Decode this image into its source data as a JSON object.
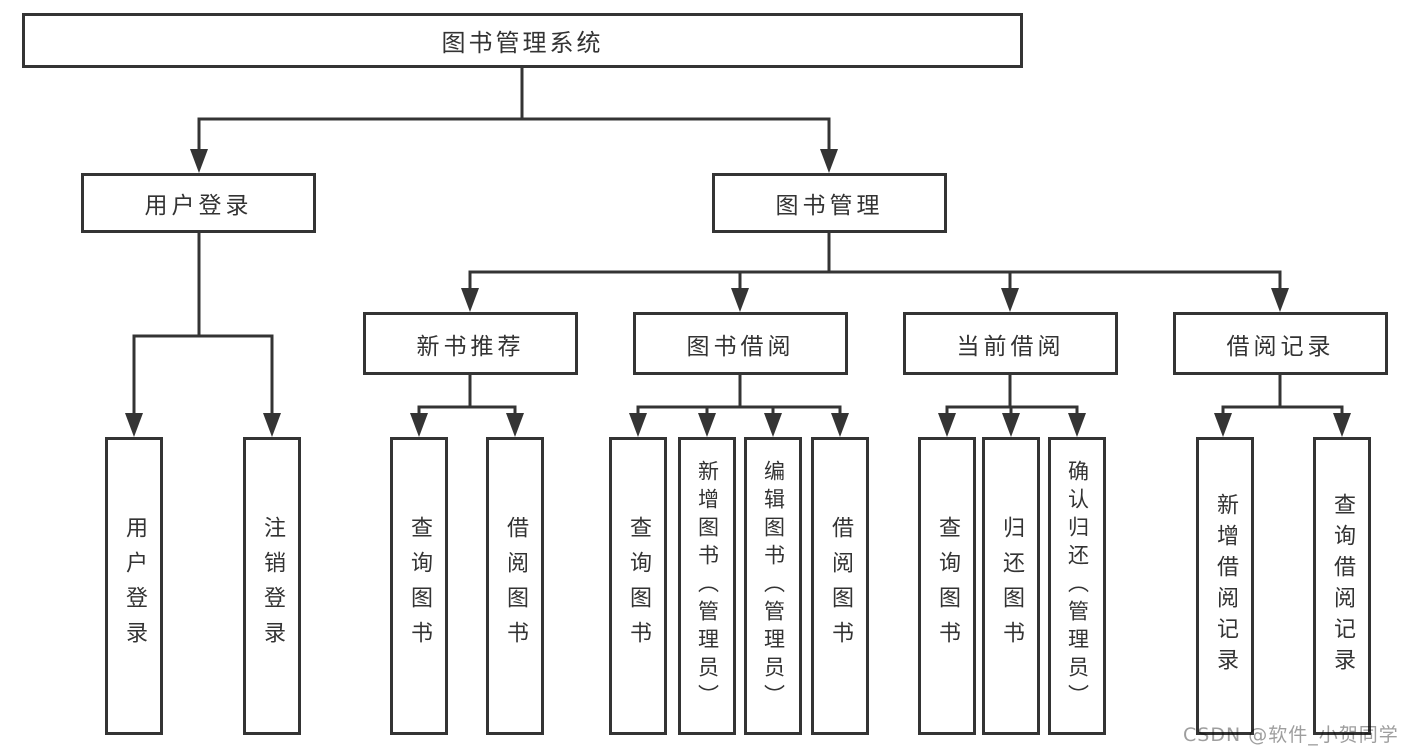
{
  "nodes": {
    "root": "图书管理系统",
    "user_login": "用户登录",
    "book_management": "图书管理",
    "new_book_recommend": "新书推荐",
    "book_borrowing": "图书借阅",
    "current_borrowing": "当前借阅",
    "borrowing_records": "借阅记录"
  },
  "leaves": [
    "用户登录",
    "注销登录",
    "查询图书",
    "借阅图书",
    "查询图书",
    "新增图书（管理员）",
    "编辑图书（管理员）",
    "借阅图书",
    "查询图书",
    "归还图书",
    "确认归还（管理员）",
    "新增借阅记录",
    "查询借阅记录"
  ],
  "watermark": "CSDN @软件_小贺同学",
  "colors": {
    "line": "#343434",
    "text": "#333333",
    "watermark": "#9e9e9e",
    "background": "#ffffff"
  }
}
